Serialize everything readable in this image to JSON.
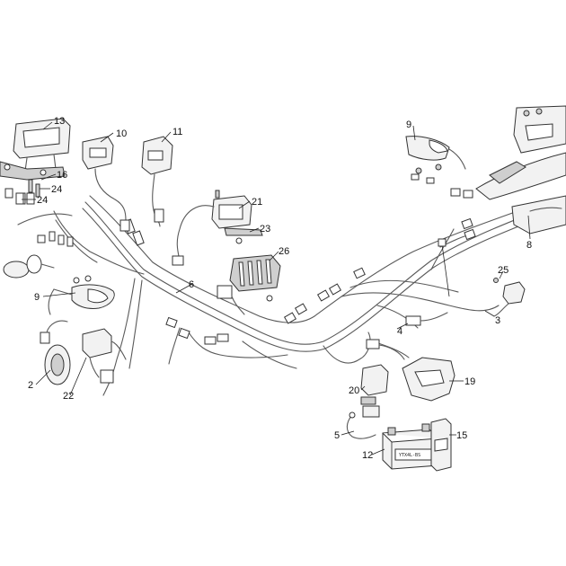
{
  "callouts": [
    {
      "id": "13",
      "text": "13"
    },
    {
      "id": "10",
      "text": "10"
    },
    {
      "id": "11",
      "text": "11"
    },
    {
      "id": "16",
      "text": "16"
    },
    {
      "id": "24a",
      "text": "24"
    },
    {
      "id": "24b",
      "text": "24"
    },
    {
      "id": "21",
      "text": "21"
    },
    {
      "id": "23",
      "text": "23"
    },
    {
      "id": "26",
      "text": "26"
    },
    {
      "id": "9a",
      "text": "9"
    },
    {
      "id": "9b",
      "text": "9"
    },
    {
      "id": "6",
      "text": "6"
    },
    {
      "id": "2",
      "text": "2"
    },
    {
      "id": "22",
      "text": "22"
    },
    {
      "id": "8",
      "text": "8"
    },
    {
      "id": "25",
      "text": "25"
    },
    {
      "id": "3",
      "text": "3"
    },
    {
      "id": "4",
      "text": "4"
    },
    {
      "id": "19",
      "text": "19"
    },
    {
      "id": "20",
      "text": "20"
    },
    {
      "id": "5",
      "text": "5"
    },
    {
      "id": "15",
      "text": "15"
    },
    {
      "id": "12",
      "text": "12"
    }
  ],
  "battery_label": "YTX4L-BS"
}
